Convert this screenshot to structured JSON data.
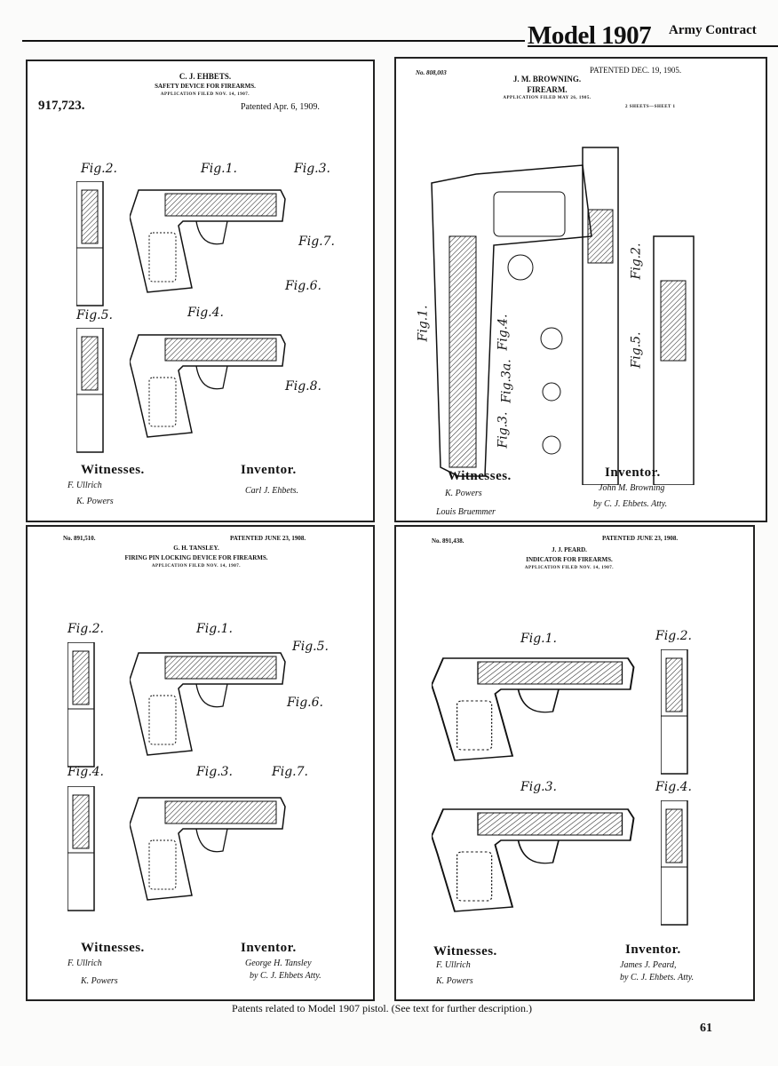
{
  "header": {
    "title": "Model 1907",
    "subtitle": "Army Contract"
  },
  "patents": [
    {
      "inventor": "C. J. EHBETS.",
      "title": "SAFETY DEVICE FOR FIREARMS.",
      "application": "APPLICATION FILED NOV. 14, 1907.",
      "number": "917,723.",
      "date": "Patented Apr. 6, 1909.",
      "figs": [
        "Fig.2.",
        "Fig.1.",
        "Fig.3.",
        "Fig.7.",
        "Fig.6.",
        "Fig.5.",
        "Fig.4.",
        "Fig.8."
      ],
      "witnesses_label": "Witnesses.",
      "inventor_label": "Inventor.",
      "witness_sigs": [
        "F. Ullrich",
        "K. Powers"
      ],
      "inventor_sig": "Carl J. Ehbets."
    },
    {
      "inventor": "J. M. BROWNING.",
      "title": "FIREARM.",
      "application": "APPLICATION FILED MAY 26, 1905.",
      "number": "No. 808,003",
      "date": "PATENTED DEC. 19, 1905.",
      "sheets": "2 SHEETS—SHEET 1",
      "figs": [
        "Fig.1.",
        "Fig.4.",
        "Fig.3a.",
        "Fig.3.",
        "Fig.2.",
        "Fig.5."
      ],
      "witnesses_label": "Witnesses.",
      "inventor_label": "Inventor.",
      "witness_sigs": [
        "K. Powers",
        "Louis Bruemmer"
      ],
      "inventor_sig": "John M. Browning",
      "attorney_sig": "by C. J. Ehbets. Atty."
    },
    {
      "inventor": "G. H. TANSLEY.",
      "title": "FIRING PIN LOCKING DEVICE FOR FIREARMS.",
      "application": "APPLICATION FILED NOV. 14, 1907.",
      "number": "No. 891,510.",
      "date": "PATENTED JUNE 23, 1908.",
      "figs": [
        "Fig.2.",
        "Fig.1.",
        "Fig.5.",
        "Fig.6.",
        "Fig.4.",
        "Fig.3.",
        "Fig.7."
      ],
      "witnesses_label": "Witnesses.",
      "inventor_label": "Inventor.",
      "witness_sigs": [
        "F. Ullrich",
        "K. Powers"
      ],
      "inventor_sig": "George H. Tansley",
      "attorney_sig": "by C. J. Ehbets Atty."
    },
    {
      "inventor": "J. J. PEARD.",
      "title": "INDICATOR FOR FIREARMS.",
      "application": "APPLICATION FILED NOV. 14, 1907.",
      "number": "No. 891,438.",
      "date": "PATENTED JUNE 23, 1908.",
      "figs": [
        "Fig.1.",
        "Fig.2.",
        "Fig.3.",
        "Fig.4."
      ],
      "witnesses_label": "Witnesses.",
      "inventor_label": "Inventor.",
      "witness_sigs": [
        "F. Ullrich",
        "K. Powers"
      ],
      "inventor_sig": "James J. Peard,",
      "attorney_sig": "by C. J. Ehbets. Atty."
    }
  ],
  "caption": "Patents related to Model 1907 pistol. (See text for further description.)",
  "page_number": "61"
}
